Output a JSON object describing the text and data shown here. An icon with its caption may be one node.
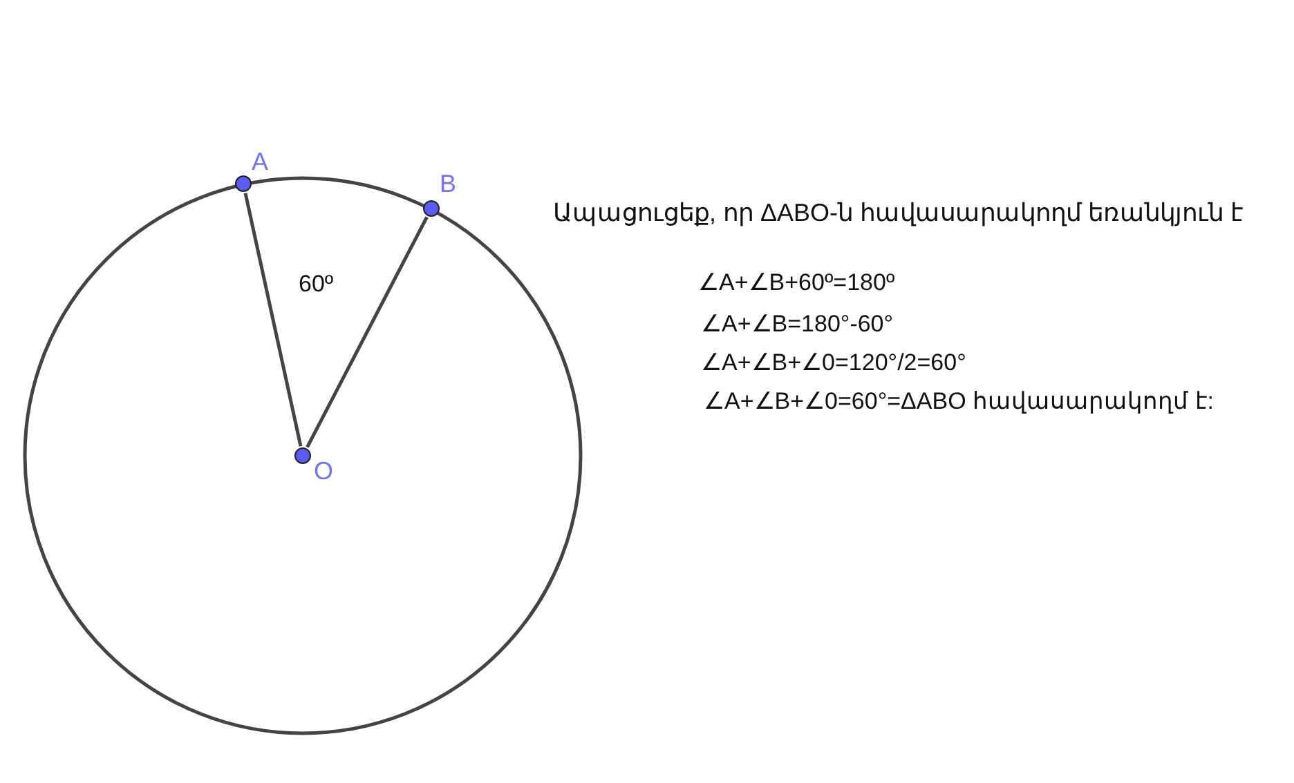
{
  "diagram": {
    "nodes": [
      {
        "text": [
          "A"
        ]
      },
      {
        "text": [
          "B"
        ]
      },
      {
        "text": [
          "O"
        ]
      }
    ],
    "edges": [
      {
        "from": 2,
        "to": 0,
        "arrow": "none"
      },
      {
        "from": 2,
        "to": 1,
        "arrow": "none"
      }
    ],
    "labels": [
      "Ապացուցեք, որ ΔABO-ն հավասարակողմ եռանկյուն է",
      "60º",
      "∠A+∠B+60º=180º",
      "∠A+∠B=180°-60°",
      "∠A+∠B+∠0=120°/2=60°",
      "∠A+∠B+∠0=60°=ΔABO հավասարակողմ է:"
    ]
  }
}
